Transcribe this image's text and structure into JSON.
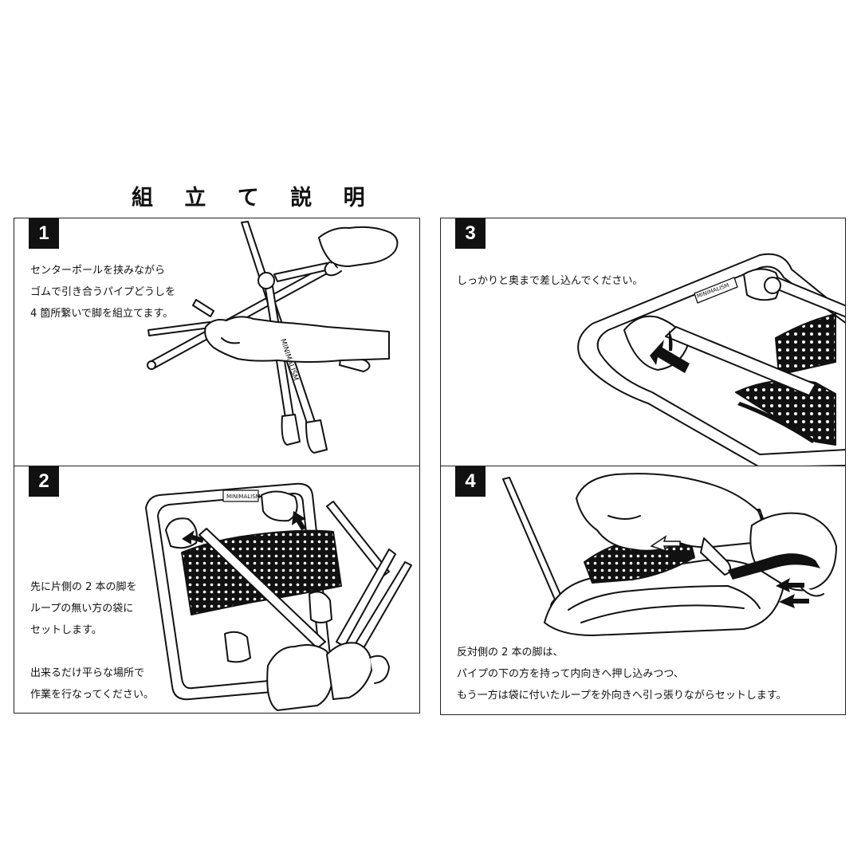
{
  "title": "組 立 て 説 明",
  "logo_text": "MINIMALISM",
  "steps": [
    {
      "number": "1",
      "lines": [
        "センターポールを挟みながら",
        "ゴムで引き合うパイプどうしを",
        "4 箇所繋いで脚を組立てます。"
      ]
    },
    {
      "number": "2",
      "lines": [
        "先に片側の 2 本の脚を",
        "ループの無い方の袋に",
        "セットします。",
        "",
        "出来るだけ平らな場所で",
        "作業を行なってください。"
      ]
    },
    {
      "number": "3",
      "lines": [
        "しっかりと奥まで差し込んでください。"
      ]
    },
    {
      "number": "4",
      "lines": [
        "反対側の 2 本の脚は、",
        "パイプの下の方を持って内向きへ押し込みつつ、",
        "もう一方は袋に付いたループを外向きへ引っ張りながらセットします。"
      ]
    }
  ]
}
